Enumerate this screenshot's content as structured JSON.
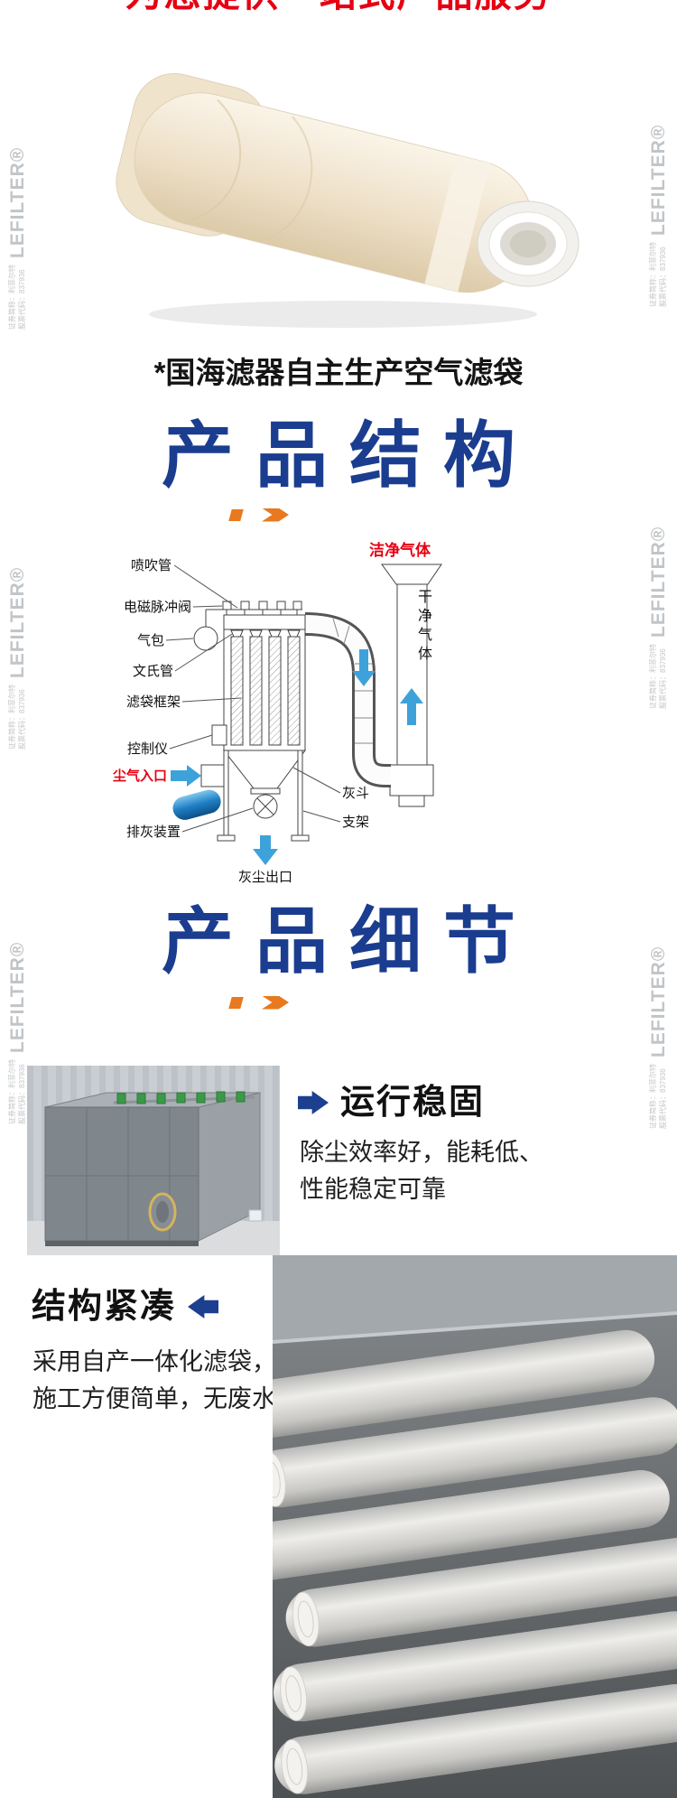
{
  "banner": {
    "text": "为您提供一站式产品服务"
  },
  "watermark": {
    "brand": "LEFILTER®",
    "line1": "证券简称：利菲尔特",
    "line2": "股票代码：837936"
  },
  "hero": {
    "caption": "*国海滤器自主生产空气滤袋"
  },
  "sections": {
    "structure_title": "产品结构",
    "details_title": "产品细节"
  },
  "diagram": {
    "labels": {
      "blow_pipe": "喷吹管",
      "pulse_valve": "电磁脉冲阀",
      "air_bag": "气包",
      "venturi": "文氏管",
      "bag_cage": "滤袋框架",
      "controller": "控制仪",
      "dust_inlet": "尘气入口",
      "ash_discharge": "排灰装置",
      "ash_hopper": "灰斗",
      "support": "支架",
      "dust_outlet": "灰尘出口",
      "clean_gas": "洁净气体",
      "clean_air": "干净气体"
    }
  },
  "features": [
    {
      "title": "运行稳固",
      "desc": "除尘效率好，能耗低、\n性能稳定可靠"
    },
    {
      "title": "结构紧凑",
      "desc": "采用自产一体化滤袋，\n施工方便简单，无废水"
    }
  ],
  "colors": {
    "heading_blue": "#1b3d8f",
    "banner_red": "#e60012",
    "divider_orange": "#e8791e",
    "flow_arrow_blue": "#3ea2da"
  }
}
